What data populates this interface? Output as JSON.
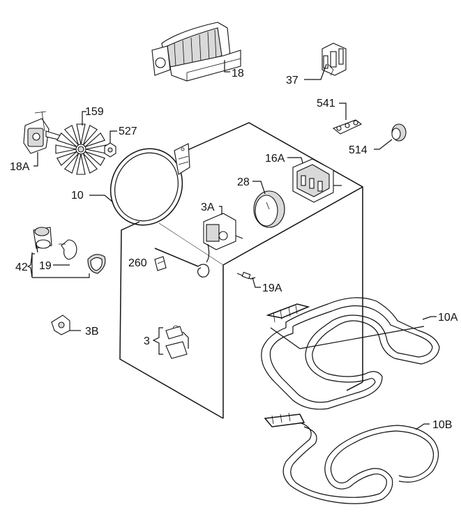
{
  "diagram": {
    "labels": {
      "p18": "18",
      "p37": "37",
      "p159": "159",
      "p527": "527",
      "p541": "541",
      "p514": "514",
      "p18a": "18A",
      "p16a": "16A",
      "p28": "28",
      "p10": "10",
      "p3a": "3A",
      "p42": "42",
      "p19": "19",
      "p260": "260",
      "p19a": "19A",
      "p3b": "3B",
      "p3": "3",
      "p10a": "10A",
      "p10b": "10B"
    }
  }
}
